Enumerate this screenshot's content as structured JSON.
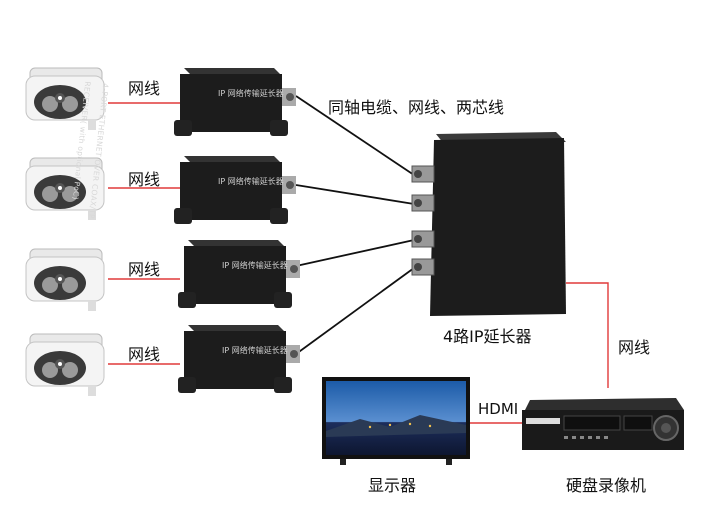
{
  "labels": {
    "camera_cable": "网线",
    "coax_note": "同轴电缆、网线、两芯线",
    "receiver_name": "4路IP延长器",
    "dvr_cable": "网线",
    "hdmi": "HDMI",
    "monitor": "显示器",
    "dvr": "硬盘录像机"
  },
  "receiver_print": {
    "line1": "4-PORT ETHERNET OVER COAX/TP",
    "line2": "RECEIVER( with optional PoC)"
  },
  "transmitter_print": "IP 网络传输延长器",
  "colors": {
    "red_cable": "#e03a3a",
    "black_cable": "#111111",
    "device_body": "#1c1c1c"
  }
}
